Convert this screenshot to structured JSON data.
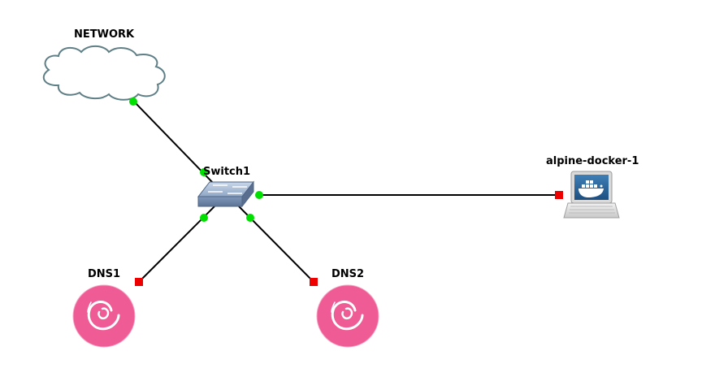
{
  "topology": {
    "nodes": [
      {
        "id": "network",
        "label": "NETWORK",
        "kind": "cloud",
        "icon": "cloud-icon"
      },
      {
        "id": "switch1",
        "label": "Switch1",
        "kind": "ethernet-switch",
        "icon": "switch-icon"
      },
      {
        "id": "alpine-docker-1",
        "label": "alpine-docker-1",
        "kind": "docker-host",
        "icon": "laptop-docker-icon"
      },
      {
        "id": "dns1",
        "label": "DNS1",
        "kind": "debian-vm",
        "icon": "debian-icon"
      },
      {
        "id": "dns2",
        "label": "DNS2",
        "kind": "debian-vm",
        "icon": "debian-icon"
      }
    ],
    "links": [
      {
        "from": "network",
        "to": "switch1",
        "status_from": "up",
        "status_to": "up"
      },
      {
        "from": "switch1",
        "to": "alpine-docker-1",
        "status_from": "up",
        "status_to": "down"
      },
      {
        "from": "switch1",
        "to": "dns1",
        "status_from": "up",
        "status_to": "down"
      },
      {
        "from": "switch1",
        "to": "dns2",
        "status_from": "up",
        "status_to": "down"
      }
    ],
    "status_colors": {
      "up": "#00e000",
      "down": "#ee0000"
    },
    "colors": {
      "debian": "#ef5b94",
      "cloud_stroke": "#5f7f86",
      "switch": "#8aa3c4"
    }
  }
}
